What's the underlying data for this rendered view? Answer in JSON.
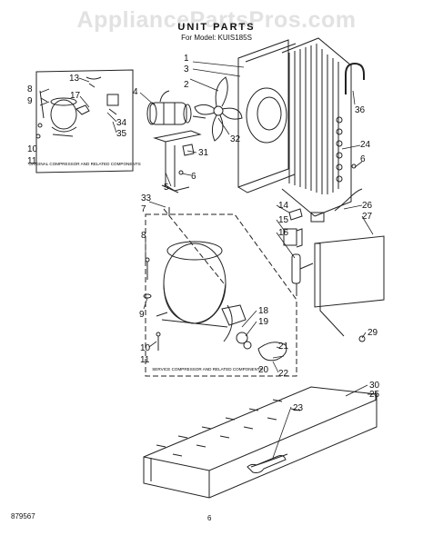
{
  "watermark": "AppliancePartsPros.com",
  "title": "UNIT PARTS",
  "subtitle": "For Model: KUIS185S",
  "footer": {
    "code": "879567",
    "page": "6"
  },
  "boxes": {
    "original": "ORIGINAL COMPRESSOR AND RELATED COMPONENTS",
    "service": "SERVICE COMPRESSOR AND RELATED COMPONENTS"
  },
  "callouts": [
    "1",
    "2",
    "3",
    "4",
    "5",
    "6",
    "7",
    "8",
    "9",
    "10",
    "11",
    "13",
    "14",
    "15",
    "16",
    "17",
    "18",
    "19",
    "20",
    "21",
    "22",
    "23",
    "24",
    "25",
    "26",
    "27",
    "29",
    "30",
    "31",
    "32",
    "33",
    "34",
    "35",
    "36"
  ]
}
